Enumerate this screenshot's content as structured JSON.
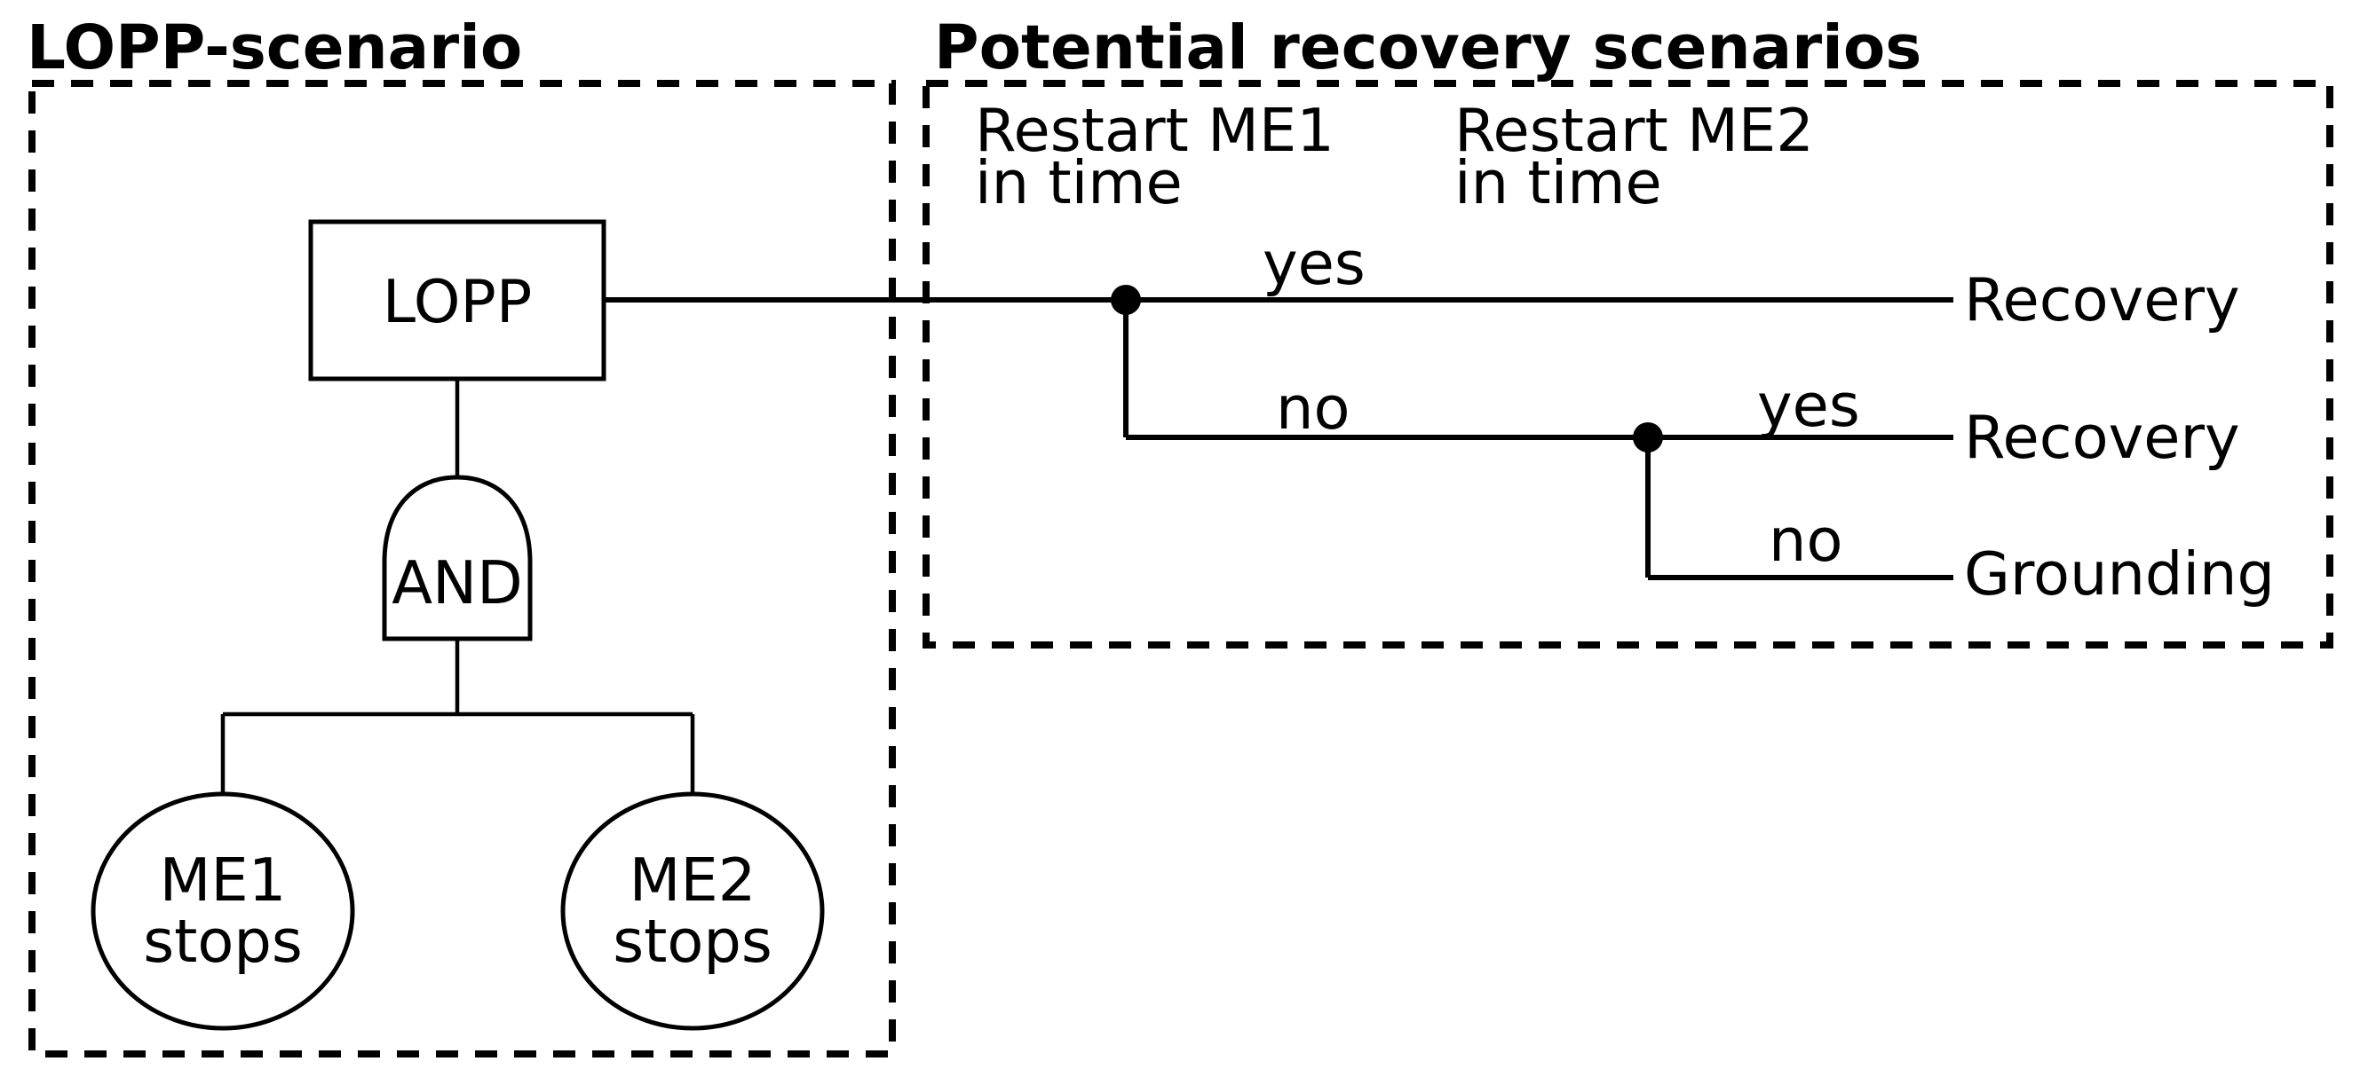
{
  "colors": {
    "ink": "#000000",
    "background": "#ffffff"
  },
  "fault_tree": {
    "title": "LOPP-scenario",
    "top_event": "LOPP",
    "gate_label": "AND",
    "event1_line1": "ME1",
    "event1_line2": "stops",
    "event2_line1": "ME2",
    "event2_line2": "stops"
  },
  "event_tree": {
    "title": "Potential recovery scenarios",
    "header1_line1": "Restart ME1",
    "header1_line2": "in time",
    "header2_line1": "Restart ME2",
    "header2_line2": "in time",
    "branch1_yes": "yes",
    "branch1_no": "no",
    "branch2_yes": "yes",
    "branch2_no": "no",
    "outcome1": "Recovery",
    "outcome2": "Recovery",
    "outcome3": "Grounding"
  }
}
